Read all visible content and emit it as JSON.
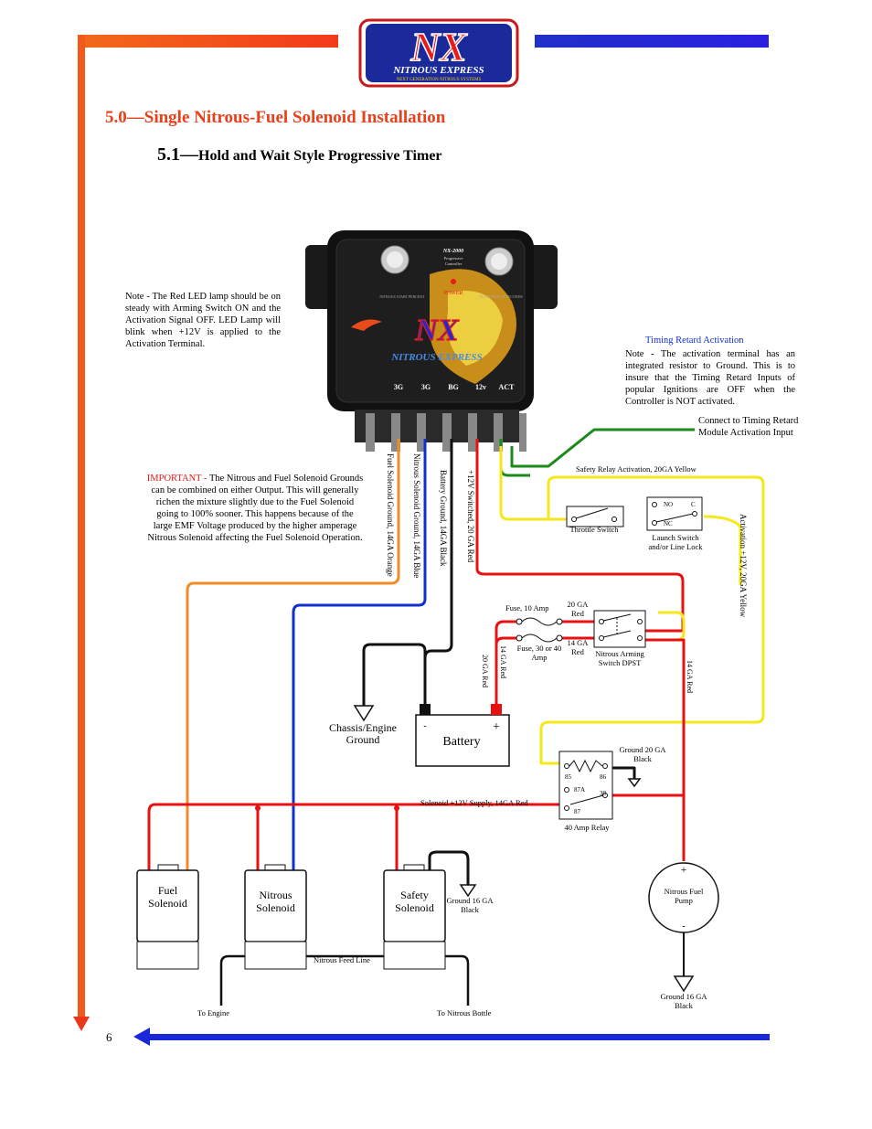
{
  "logo": {
    "main": "NX",
    "brand": "NITROUS EXPRESS",
    "tagline": "NEXT GENERATION NITROUS SYSTEMS"
  },
  "heading": "5.0—Single Nitrous-Fuel Solenoid Installation",
  "subheading": {
    "number": "5.1—",
    "title": "Hold and Wait Style Progressive Timer"
  },
  "controller": {
    "model": "NX-2000",
    "subtitle_lines": [
      "Progressive",
      "Controller"
    ],
    "power": "POWER",
    "knob_left": "NITROUS START PERCENT",
    "knob_right": "BUILD TIME IN SECONDS",
    "brand": "NITROUS EXPRESS",
    "terminals": [
      "3G",
      "3G",
      "BG",
      "12v",
      "ACT"
    ]
  },
  "notes": {
    "led_note": "Note - The Red LED lamp should be on steady with Arming Switch ON and the Activation Signal OFF. LED Lamp will blink when +12V is applied to the Activation Terminal.",
    "important_prefix": "IMPORTANT - ",
    "important_body": "The Nitrous and Fuel Solenoid Grounds can be combined on either Output. This will generally richen the mixture slightly due to the Fuel Solenoid going to 100% sooner. This happens because of the large EMF Voltage produced by the higher amperage Nitrous Solenoid affecting the Fuel Solenoid Operation.",
    "timing_title": "Timing Retard Activation",
    "timing_body": "Note - The activation terminal has an integrated resistor to Ground. This is to insure that the Timing Retard Inputs of popular Ignitions are OFF when the Controller is NOT activated.",
    "connect_timing": "Connect to Timing Retard Module Activation Input"
  },
  "wire_labels": {
    "fuel_ground": "Fuel Solenoid Ground, 14GA Orange",
    "nitrous_ground": "Nitrous Solenoid Ground, 14GA Blue",
    "battery_ground": "Battery Ground, 14GA Black",
    "switched_12v": "+12V Switched, 20 GA Red",
    "safety_relay": "Safety Relay Activation, 20GA Yellow",
    "activation": "Activation +12V, 20GA Yellow",
    "red_20ga_v": "20 GA Red",
    "red_14ga_v": "14 GA Red",
    "red_14ga_right": "14 GA Red",
    "solenoid_supply": "Solenoid +12V Supply, 14GA Red",
    "feed_line": "Nitrous Feed Line"
  },
  "components": {
    "throttle": "Throttle Switch",
    "launch": "Launch Switch and/or Line Lock",
    "no": "NO",
    "nc": "NC",
    "c": "C",
    "fuse10": "Fuse, 10 Amp",
    "fuse30": "Fuse, 30 or 40 Amp",
    "red20": "20 GA Red",
    "red14": "14 GA Red",
    "arming": "Nitrous Arming Switch DPST",
    "chassis": "Chassis/Engine Ground",
    "battery": "Battery",
    "relay": "40 Amp Relay",
    "relay_ground": "Ground 20 GA Black",
    "pins": [
      "85",
      "86",
      "87A",
      "30",
      "87"
    ],
    "fuel_solenoid": "Fuel Solenoid",
    "nitrous_solenoid": "Nitrous Solenoid",
    "safety_solenoid": "Safety Solenoid",
    "safety_ground": "Ground 16 GA Black",
    "pump": "Nitrous Fuel Pump",
    "pump_ground": "Ground 16 GA Black",
    "to_engine": "To Engine",
    "to_bottle": "To Nitrous Bottle"
  },
  "page_number": "6",
  "colors": {
    "accent": "#e8401a",
    "orange_wire": "#f28c28",
    "blue_wire": "#1030d0",
    "red_wire": "#e81010",
    "yellow_wire": "#f5e81a",
    "green_wire": "#1a8a1a"
  }
}
